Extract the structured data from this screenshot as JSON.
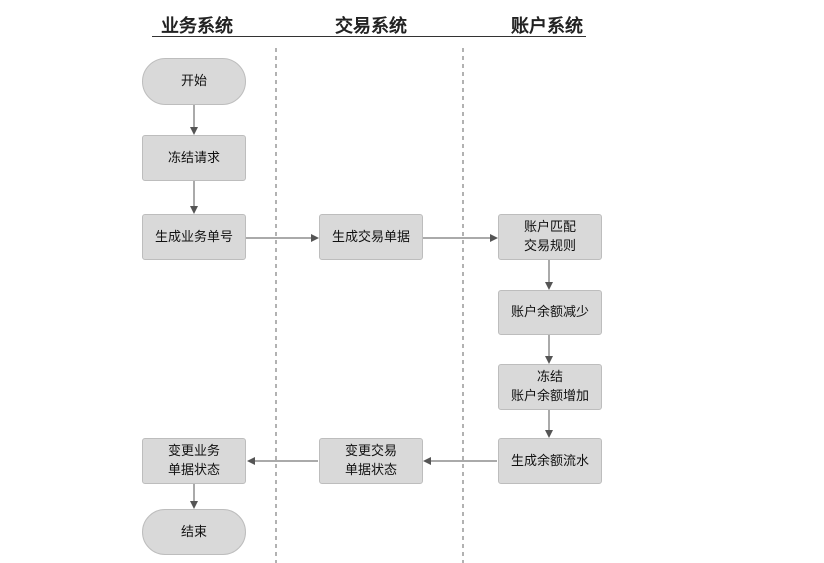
{
  "lanes": [
    {
      "title": "业务系统"
    },
    {
      "title": "交易系统"
    },
    {
      "title": "账户系统"
    }
  ],
  "nodes": {
    "start": "开始",
    "freeze_request": "冻结请求",
    "gen_business_no": "生成业务单号",
    "gen_trade_doc": "生成交易单据",
    "match_rule": "账户匹配\n交易规则",
    "decrease_balance": "账户余额减少",
    "freeze_increase": "冻结\n账户余额增加",
    "gen_balance_flow": "生成余额流水",
    "change_trade_status": "变更交易\n单据状态",
    "change_business_status": "变更业务\n单据状态",
    "end": "结束"
  },
  "colors": {
    "node_fill": "#d9d9d9",
    "arrow": "#555555",
    "lane_divider": "#666666"
  }
}
